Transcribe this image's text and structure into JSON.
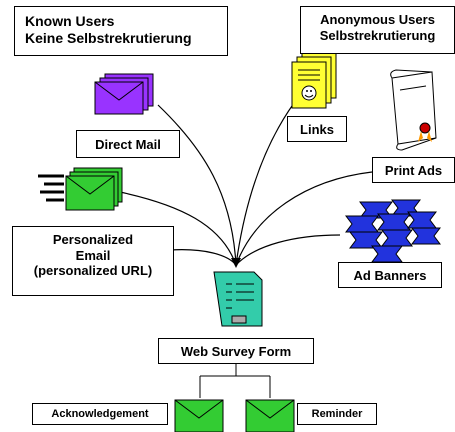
{
  "headers": {
    "known": "Known Users\nKeine Selbstrekrutierung",
    "anonymous": "Anonymous Users\nSelbstrekrutierung"
  },
  "channels": {
    "direct_mail": "Direct Mail",
    "links": "Links",
    "print_ads": "Print Ads",
    "personalized_email": "Personalized\nEmail\n(personalized URL)",
    "ad_banners": "Ad Banners"
  },
  "form": {
    "label": "Web Survey Form"
  },
  "followups": {
    "acknowledgement": "Acknowledgement",
    "reminder": "Reminder"
  },
  "colors": {
    "envelope_purple": "#9933ff",
    "envelope_green": "#33cc33",
    "paper_yellow": "#ffff33",
    "banner_blue": "#2233dd",
    "form_teal": "#33ccaa"
  }
}
